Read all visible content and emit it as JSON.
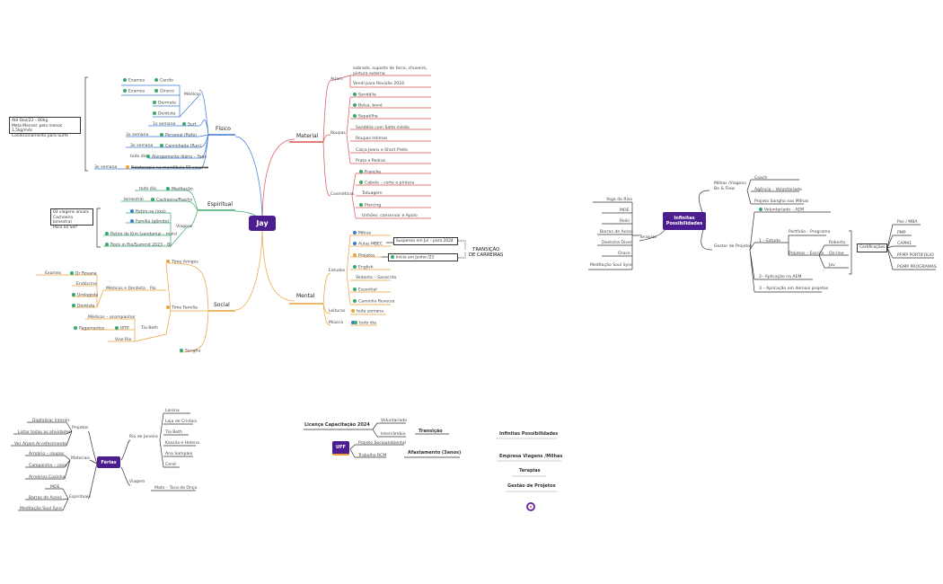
{
  "center": "Jay",
  "fisico": {
    "label": "Físico",
    "note": "Até Dez/23 – 80kg\nMeta Mensal: pelo menos 1,5kg/mês\nCondicionamento para Surfe",
    "medicos": "Médicos",
    "items": [
      "Exames",
      "Cardio",
      "Exames",
      "Gineco",
      "Dermato",
      "Dentista",
      "1x semana",
      "Surf",
      "3x semana",
      "Personal (Rafa)",
      "3x semana",
      "Caminhada (Run)",
      "todo dia",
      "Alongamento diário – Yoga",
      "3x semana",
      "Fisioterapia na mandíbula 90 sessões"
    ]
  },
  "espiritual": {
    "label": "Espiritual",
    "note": "03 viagens anuais\nCachoeira bimestral\nPoco no Ser!",
    "items": [
      "todo dia",
      "Meditação",
      "bimestral",
      "Cachoeira/Riacho",
      "Retiro-se (xxx)",
      "Família (gêmito)",
      "Viagens",
      "Retiro de Kim (sandamai – mais)",
      "Rock in Rio/Summit 2023 – BJ"
    ]
  },
  "social": {
    "label": "Social",
    "items": [
      "Time Amigos",
      "Exames",
      "Dr Rosana",
      "Endócrino",
      "Urologista",
      "Dentista",
      "Médicos e Dentista",
      "Pai",
      "Time Família",
      "Médicos – acompanhar",
      "Pagamentos",
      "IPTP",
      "Tia Beth",
      "Vise Rio",
      "Sangha"
    ]
  },
  "material": {
    "label": "Material",
    "arjam": "Arjam",
    "arjam_items": [
      "sobrado, suporte de ferro, chuveiro, pintura externa",
      "Vendi para Revisão 2024"
    ],
    "roupas": "Roupas",
    "roupas_items": [
      "Sandália",
      "Bolsa, boné",
      "Sapatilha",
      "Sandália com Salto médio",
      "Roupas Intimas",
      "Calça Jeans e Short Preto",
      "Prata e Pedras"
    ],
    "cosmeticos": "Cosméticos",
    "cosmeticos_items": [
      "Franche",
      "Cabelo – corte e pintura",
      "Tatuagem",
      "Piercing",
      "Unhões: conservar e Apolo"
    ]
  },
  "mental": {
    "label": "Mental",
    "estudos": "Estudos",
    "estudos_items": [
      "Mitras",
      "Aulas MBEC",
      "Projetos",
      "English",
      "Vedanta – Sanscrito",
      "Essential",
      "Caminho Reverso"
    ],
    "suspenso": "Suspenso em Jul – para 2024",
    "inicio": "Início em Junho /23",
    "transicao": "TRANSIÇÃO\nDE CARREIRAS",
    "leituras": "Leituras",
    "leituras_v": "toda semana",
    "musica": "Música",
    "musica_v": "todo dia"
  },
  "infinitas": {
    "label": "Infinitas Possibilidades",
    "terapias": "Terapias",
    "terapias_items": [
      "Yoga do Riso",
      "MOE",
      "Reiki",
      "Barras de Acess",
      "Deeksha Diver",
      "Orace",
      "Meditação Soul Sync"
    ],
    "milhas": "Milhas /Viagens\nBe & Flow",
    "milhas_items": [
      "Coach",
      "Agência – Voluntariado",
      "Projeto Sangha nas Milhas"
    ],
    "gestor": "Gestor de Projetos",
    "gestor_items": [
      "Voluntariado – AEM",
      "1 – Estudo",
      "Portfolio – Programa",
      "Projetos – Escrita",
      "Roberta",
      "On-line",
      "Jav",
      "2– Aplicação na AEM",
      "3 – Aplicação em demais projetos"
    ],
    "cert": "Certificações",
    "cert_items": [
      "Pos / MBA",
      "PMP",
      "CAPM1",
      "PFMP PORTIFOLIO",
      "PGMP PROGRAMAS"
    ]
  },
  "ferias": {
    "label": "Férias",
    "projetos": "Projetos",
    "projetos_items": [
      "Digitalizar Interior",
      "Listar todas as atividades",
      "Ver Arjam Ar-refecimento"
    ],
    "materiais": "Materiais",
    "materiais_items": [
      "Armário – roupas",
      "Campainha – casa",
      "Armários Cozinha"
    ],
    "espirituais": "Espirituais",
    "espirituais_items": [
      "MOE",
      "Barras de Acess",
      "Meditação Soul Sync"
    ],
    "rio": "Rio de Janeiro",
    "rio_items": [
      "Lorena",
      "Loja de Cristais",
      "Tia Beth",
      "Kassila e Helena",
      "Ana Sampaio",
      "Cenit"
    ],
    "viagem": "Viagem",
    "viagem_v": "Mato – Toca da Onça"
  },
  "licenca": {
    "title": "Licença Capacitação 2024",
    "items": [
      "Voluntariado",
      "Intercâmbio"
    ],
    "transicao": "Transição",
    "uff": "UFF",
    "uff_items": [
      "Projeto Socioambiental",
      "Trabalho RCM"
    ],
    "afastamento": "Afastamento (3anos)"
  },
  "legend": [
    "Infinitas Possibilidades",
    "Empresa Viagens /Milhas",
    "Terapias",
    "Gestão de Projetos"
  ],
  "colors": {
    "purple": "#4b1d8f",
    "blue": "#3b78d8",
    "green": "#3aa86b",
    "orange": "#e8a23a",
    "red": "#d9534f"
  }
}
